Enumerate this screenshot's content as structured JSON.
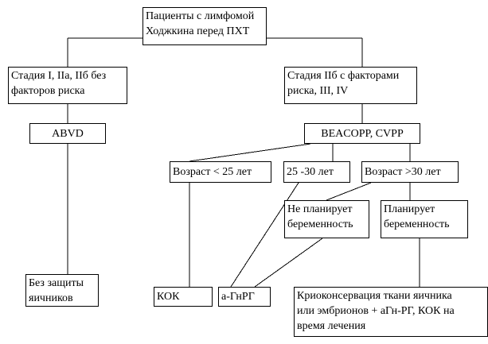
{
  "nodes": {
    "root": "Пациенты с лимфомой\nХоджкина перед ПХТ",
    "stage_early": "Стадия I, IIa, IIб без\nфакторов риска",
    "stage_late": "Стадия  IIб с факторами\nриска, III, IV",
    "abvd": "ABVD",
    "beacopp": "BEACOPP,  CVPP",
    "age_lt25": "Возраст < 25 лет",
    "age_25_30": "25 -30 лет",
    "age_gt30": "Возраст >30 лет",
    "no_pregnancy": "Не планирует\nбеременность",
    "pregnancy": "Планирует\nбеременность",
    "no_protection": "Без защиты\nяичников",
    "kok": "КОК",
    "agnrg": "а-ГнРГ",
    "cryo": "Криоконсервация ткани яичника\nили эмбрионов + аГн-РГ, КОК на\nвремя лечения"
  }
}
